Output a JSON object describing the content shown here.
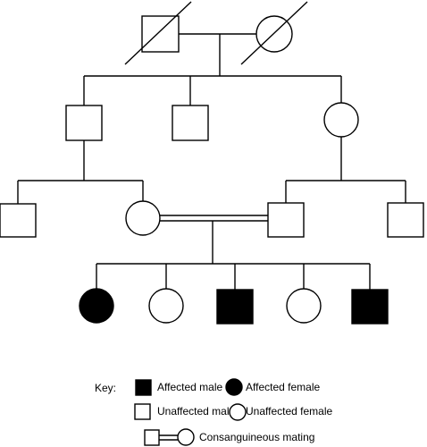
{
  "colors": {
    "line": "#000000",
    "affected": "#000000",
    "unaffected": "#ffffff"
  },
  "pedigree": {
    "generation_1": [
      {
        "id": "I-1",
        "sex": "male",
        "affected": false,
        "deceased": true
      },
      {
        "id": "I-2",
        "sex": "female",
        "affected": false,
        "deceased": true
      }
    ],
    "generation_2": [
      {
        "id": "II-1",
        "sex": "male",
        "affected": false
      },
      {
        "id": "II-2",
        "sex": "male",
        "affected": false
      },
      {
        "id": "II-3",
        "sex": "female",
        "affected": false
      }
    ],
    "generation_3": [
      {
        "id": "III-1",
        "sex": "male",
        "affected": false
      },
      {
        "id": "III-2",
        "sex": "female",
        "affected": false
      },
      {
        "id": "III-3",
        "sex": "male",
        "affected": false
      },
      {
        "id": "III-4",
        "sex": "male",
        "affected": false
      }
    ],
    "consanguineous_couple": [
      "III-2",
      "III-3"
    ],
    "generation_4": [
      {
        "id": "IV-1",
        "sex": "female",
        "affected": true
      },
      {
        "id": "IV-2",
        "sex": "female",
        "affected": false
      },
      {
        "id": "IV-3",
        "sex": "male",
        "affected": true
      },
      {
        "id": "IV-4",
        "sex": "female",
        "affected": false
      },
      {
        "id": "IV-5",
        "sex": "male",
        "affected": true
      }
    ]
  },
  "key": {
    "title": "Key:",
    "affected_male": "Affected male",
    "affected_female": "Affected female",
    "unaffected_male": "Unaffected male",
    "unaffected_female": "Unaffected female",
    "consanguineous": "Consanguineous mating"
  }
}
